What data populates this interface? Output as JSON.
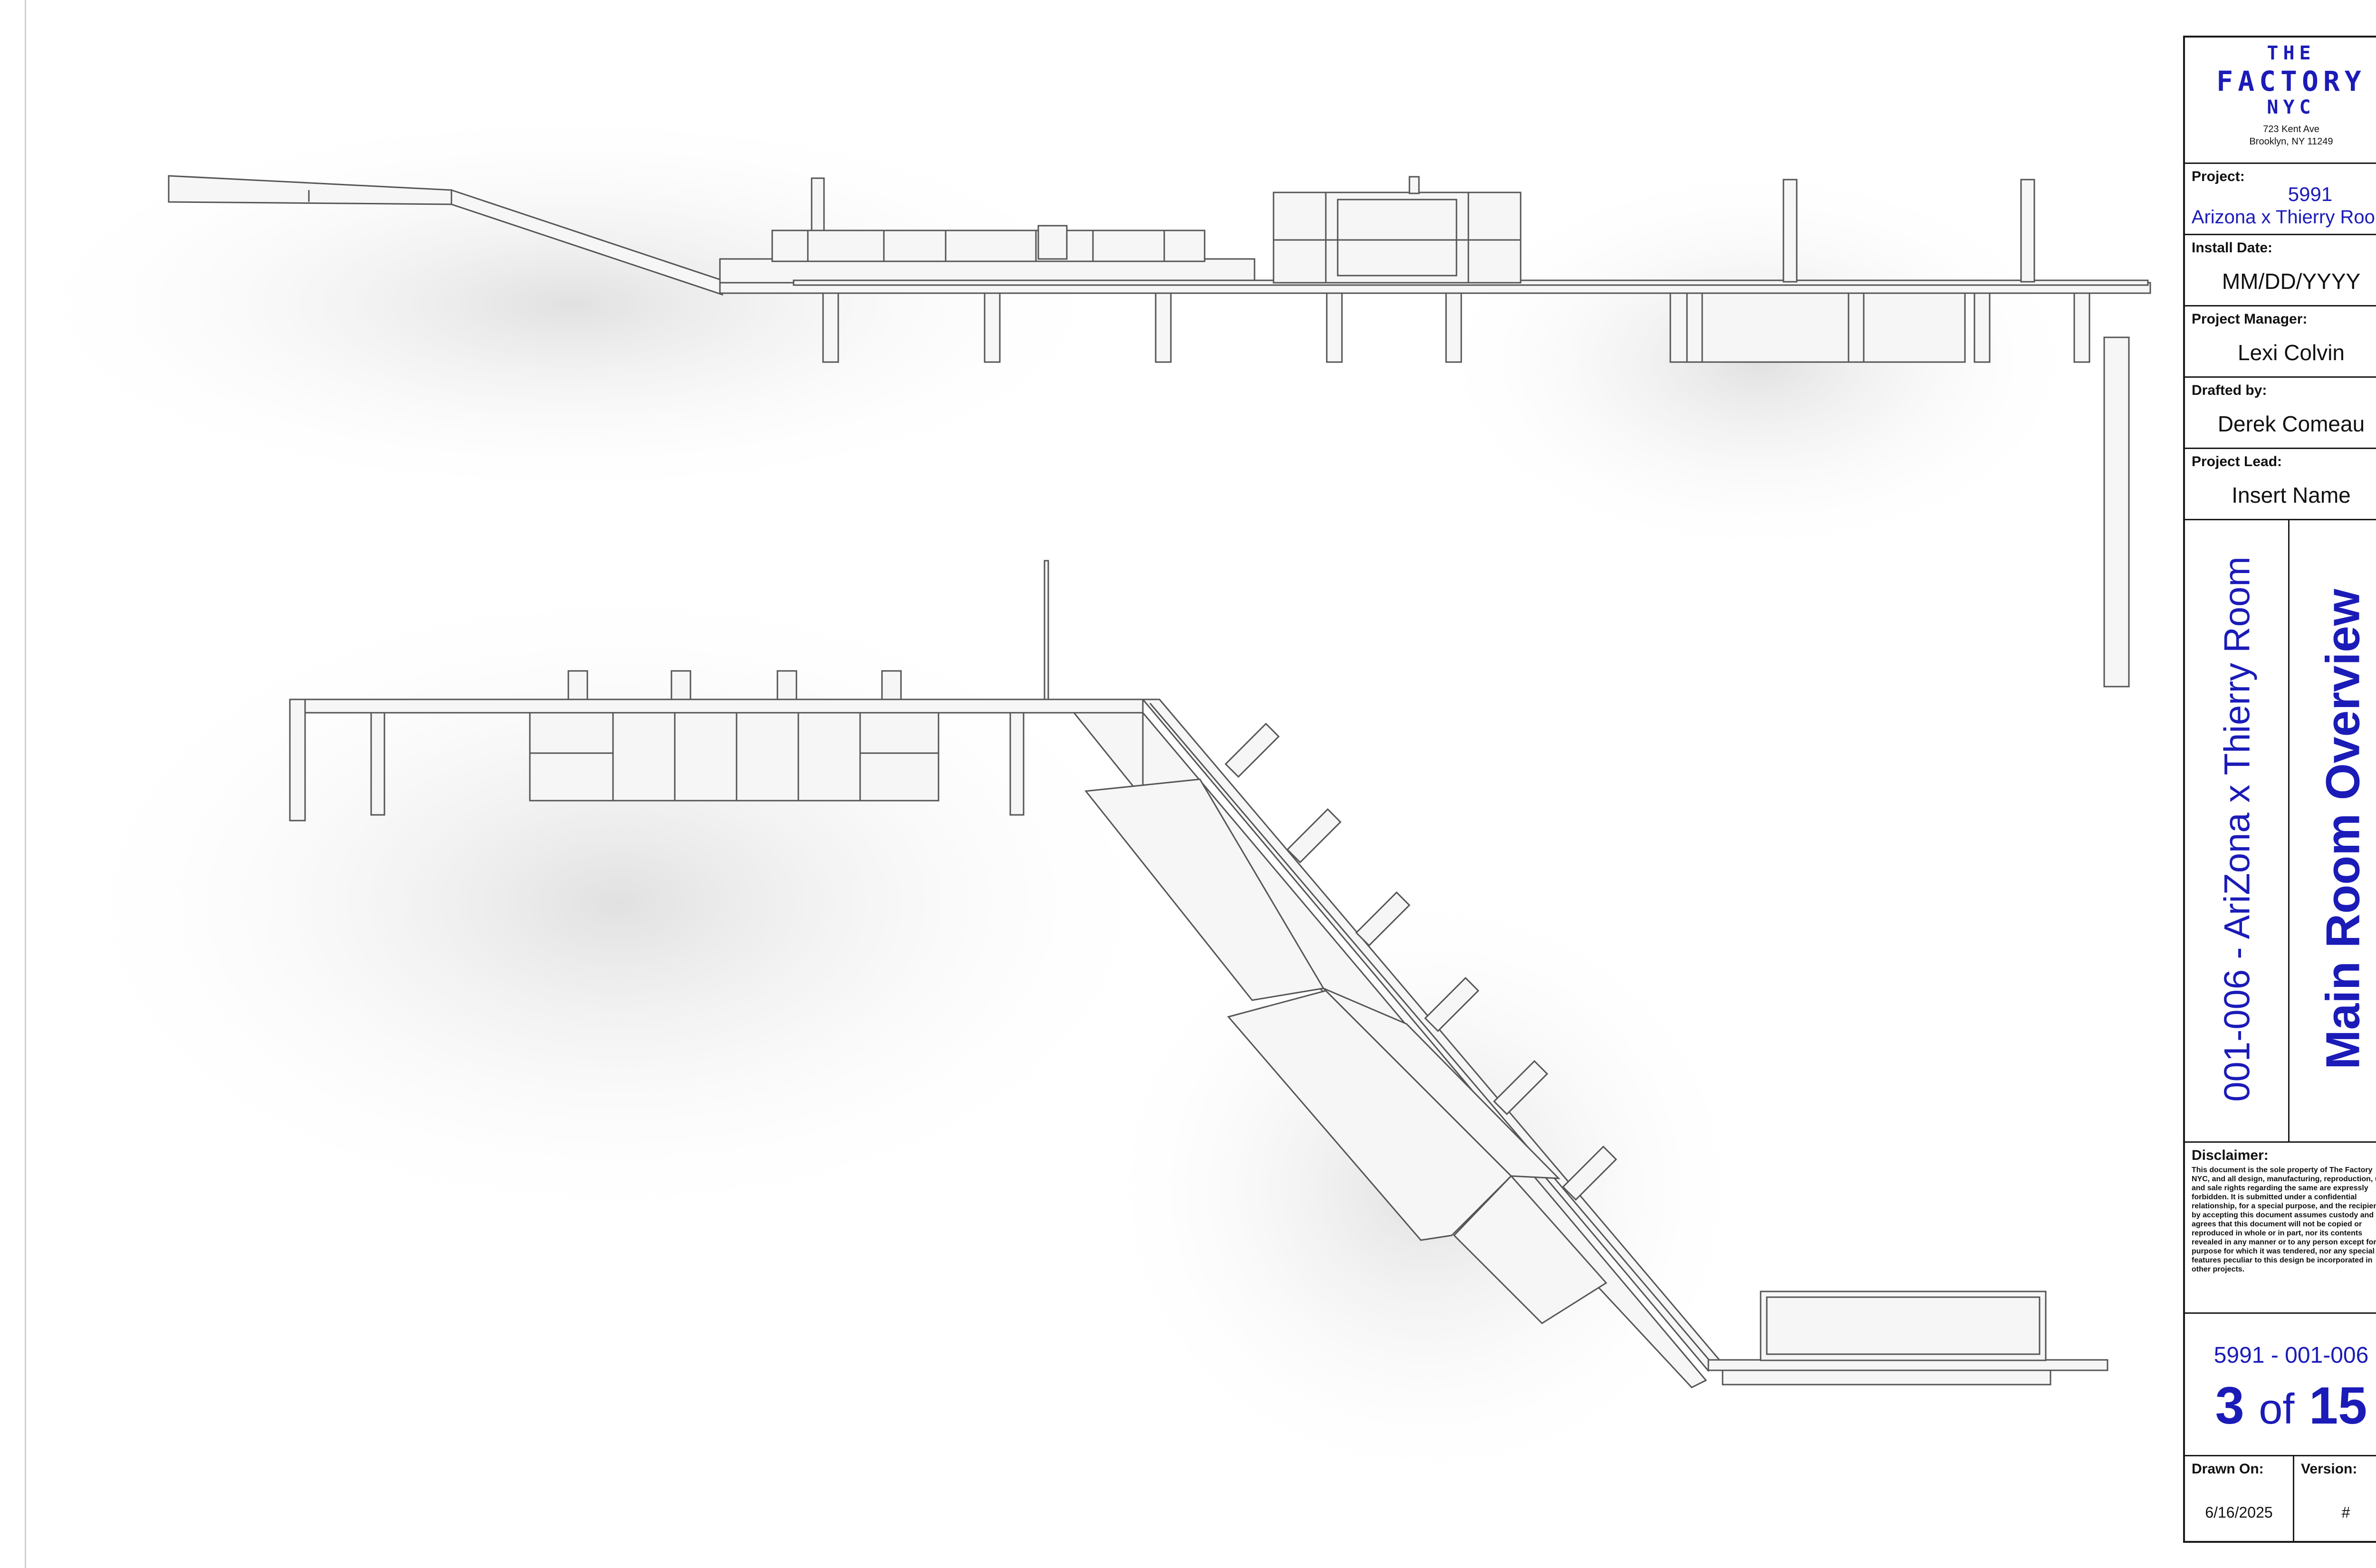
{
  "company": {
    "logo_line1": "THE",
    "logo_line2": "FACTORY",
    "logo_line3": "NYC",
    "address_line1": "723 Kent Ave",
    "address_line2": "Brooklyn, NY 11249"
  },
  "project": {
    "label": "Project:",
    "number": "5991",
    "name": "Arizona x Thierry Room"
  },
  "install_date": {
    "label": "Install Date:",
    "value": "MM/DD/YYYY"
  },
  "project_manager": {
    "label": "Project Manager:",
    "value": "Lexi Colvin"
  },
  "drafted_by": {
    "label": "Drafted by:",
    "value": "Derek Comeau"
  },
  "project_lead": {
    "label": "Project Lead:",
    "value": "Insert Name"
  },
  "sheet": {
    "subtitle": "001-006 - AriZona x Thierry Room",
    "title": "Main Room Overview",
    "code": "5991 - 001-006",
    "page_current": "3",
    "page_of": "of",
    "page_total": "15"
  },
  "disclaimer": {
    "label": "Disclaimer:",
    "text": "This document is the sole property of The Factory NYC, and all design, manufacturing, reproduction, use and sale rights regarding the same are expressly forbidden. It is submitted under a confidential relationship, for a special purpose, and the recipient by accepting this document assumes custody and agrees that this document will not be copied or reproduced in whole or in part, nor its contents revealed in any manner or to any person except for the purpose for which it was tendered, nor any special features peculiar to this design be incorporated in other projects."
  },
  "drawn_on": {
    "label": "Drawn On:",
    "value": "6/16/2025"
  },
  "version": {
    "label": "Version:",
    "value": "#"
  },
  "colors": {
    "accent": "#1b1bb8",
    "line": "#1a1a1a",
    "panel": "#f4f4f4"
  }
}
